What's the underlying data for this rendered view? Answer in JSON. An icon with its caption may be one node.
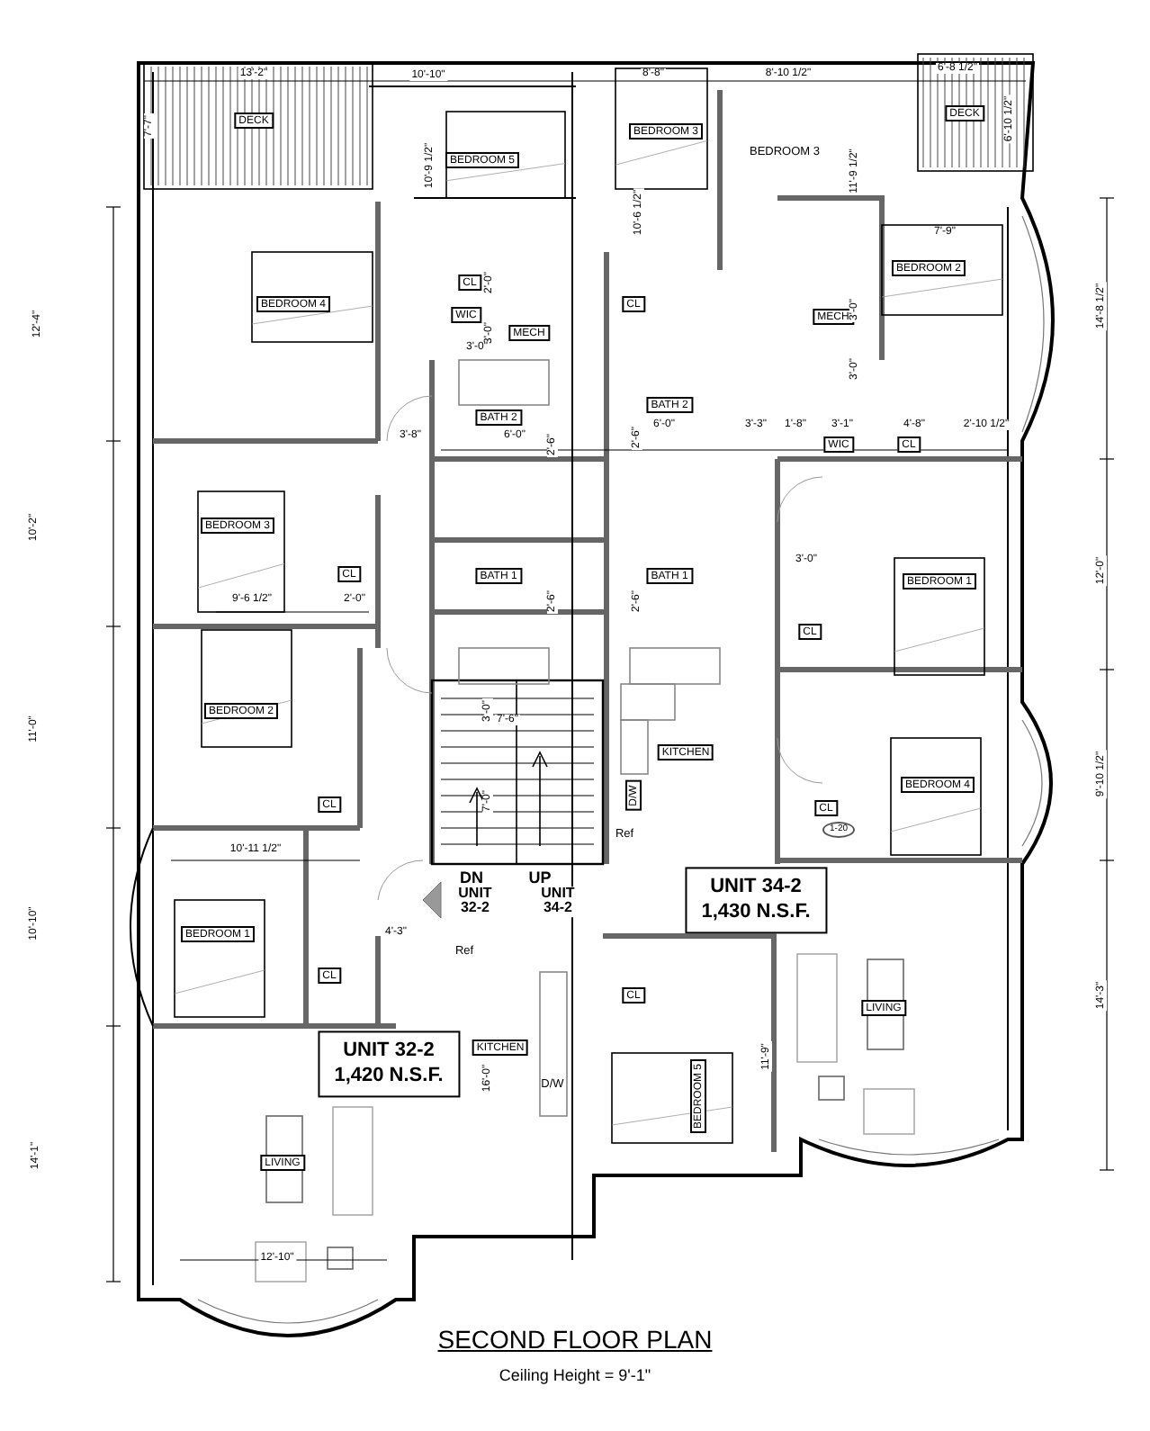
{
  "diagram": {
    "title": "SECOND FLOOR PLAN",
    "caption": "Ceiling Height = 9'-1\"",
    "nodes": [
      {
        "text": [
          "UNIT 34-2",
          "1,430 N.S.F."
        ]
      },
      {
        "text": [
          "UNIT 32-2",
          "1,420 N.S.F."
        ]
      }
    ],
    "labels": [
      "13'-2\"",
      "10'-10\"",
      "8'-8\"",
      "8'-10 1/2\"",
      "6'-8 1/2\"",
      "7'-7\"",
      "DECK",
      "BEDROOM 3",
      "BEDROOM 3",
      "DECK",
      "6'-10 1/2\"",
      "11'-9 1/2\"",
      "BEDROOM 5",
      "10'-9 1/2\"",
      "10'-6 1/2\"",
      "7'-9\"",
      "BEDROOM 2",
      "12'-4\"",
      "BEDROOM 4",
      "CL",
      "2'-0\"",
      "CL",
      "MECH",
      "3'-0\"",
      "WIC",
      "3'-0\"",
      "MECH",
      "3'-0\"",
      "14'-8 1/2\"",
      "3'-0\"",
      "BATH 2",
      "BATH 2",
      "3'-8\"",
      "6'-0\"",
      "6'-0\"",
      "3'-3\"",
      "1'-8\"",
      "3'-1\"",
      "4'-8\"",
      "2'-10 1/2\"",
      "2'-6\"",
      "2'-6\"",
      "WIC",
      "CL",
      "10'-2\"",
      "BEDROOM 3",
      "CL",
      "BATH 1",
      "BATH 1",
      "3'-0\"",
      "12'-0\"",
      "BEDROOM 1",
      "2'-6\"",
      "2'-6\"",
      "9'-6 1/2\"",
      "2'-0\"",
      "CL",
      "3'-0\"",
      "7'-6\"",
      "BEDROOM 2",
      "11'-0\"",
      "KITCHEN",
      "9'-10 1/2\"",
      "BEDROOM 4",
      "7'-0\"",
      "D/W",
      "CL",
      "CL",
      "1-20",
      "Ref",
      "10'-11 1/2\"",
      "DN",
      "UP",
      "UNIT 32-2",
      "UNIT 34-2",
      "10'-10\"",
      "BEDROOM 1",
      "4'-3\"",
      "Ref",
      "CL",
      "CL",
      "LIVING",
      "KITCHEN",
      "11'-9\"",
      "14'-3\"",
      "16'-0\"",
      "D/W",
      "BEDROOM 5",
      "14'-1\"",
      "LIVING",
      "12'-10\""
    ]
  }
}
